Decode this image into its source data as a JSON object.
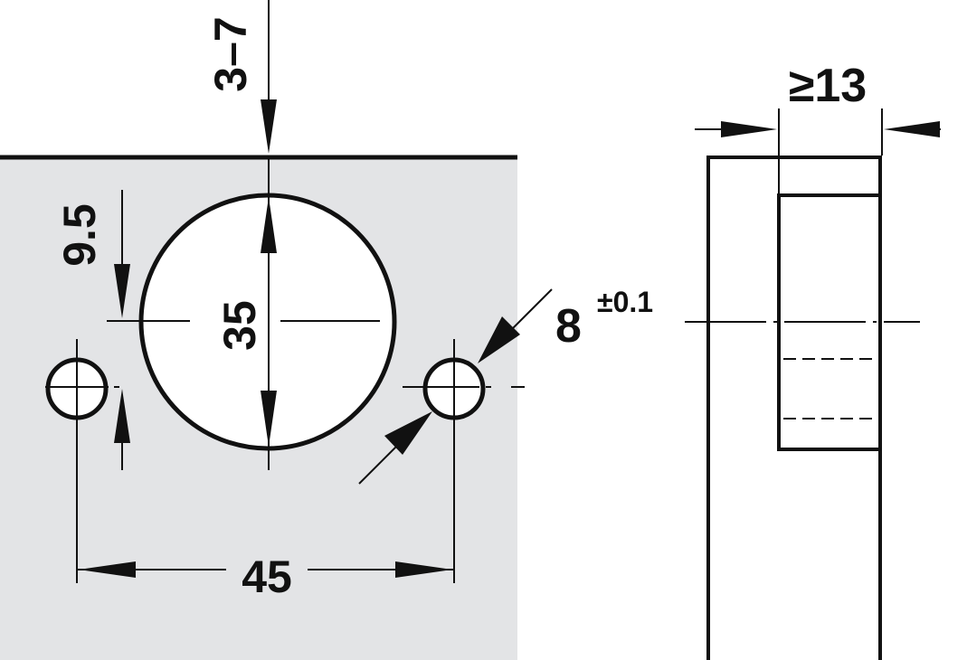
{
  "colors": {
    "panel": "#e3e4e6",
    "line": "#111111",
    "background": "#ffffff"
  },
  "dimensions": {
    "edge_distance": "3–7",
    "cup_offset": "9.5",
    "cup_diameter": "35",
    "hole_spacing": "45",
    "hole_diameter": "8",
    "hole_tolerance": "±0.1",
    "min_thickness": "≥13"
  }
}
